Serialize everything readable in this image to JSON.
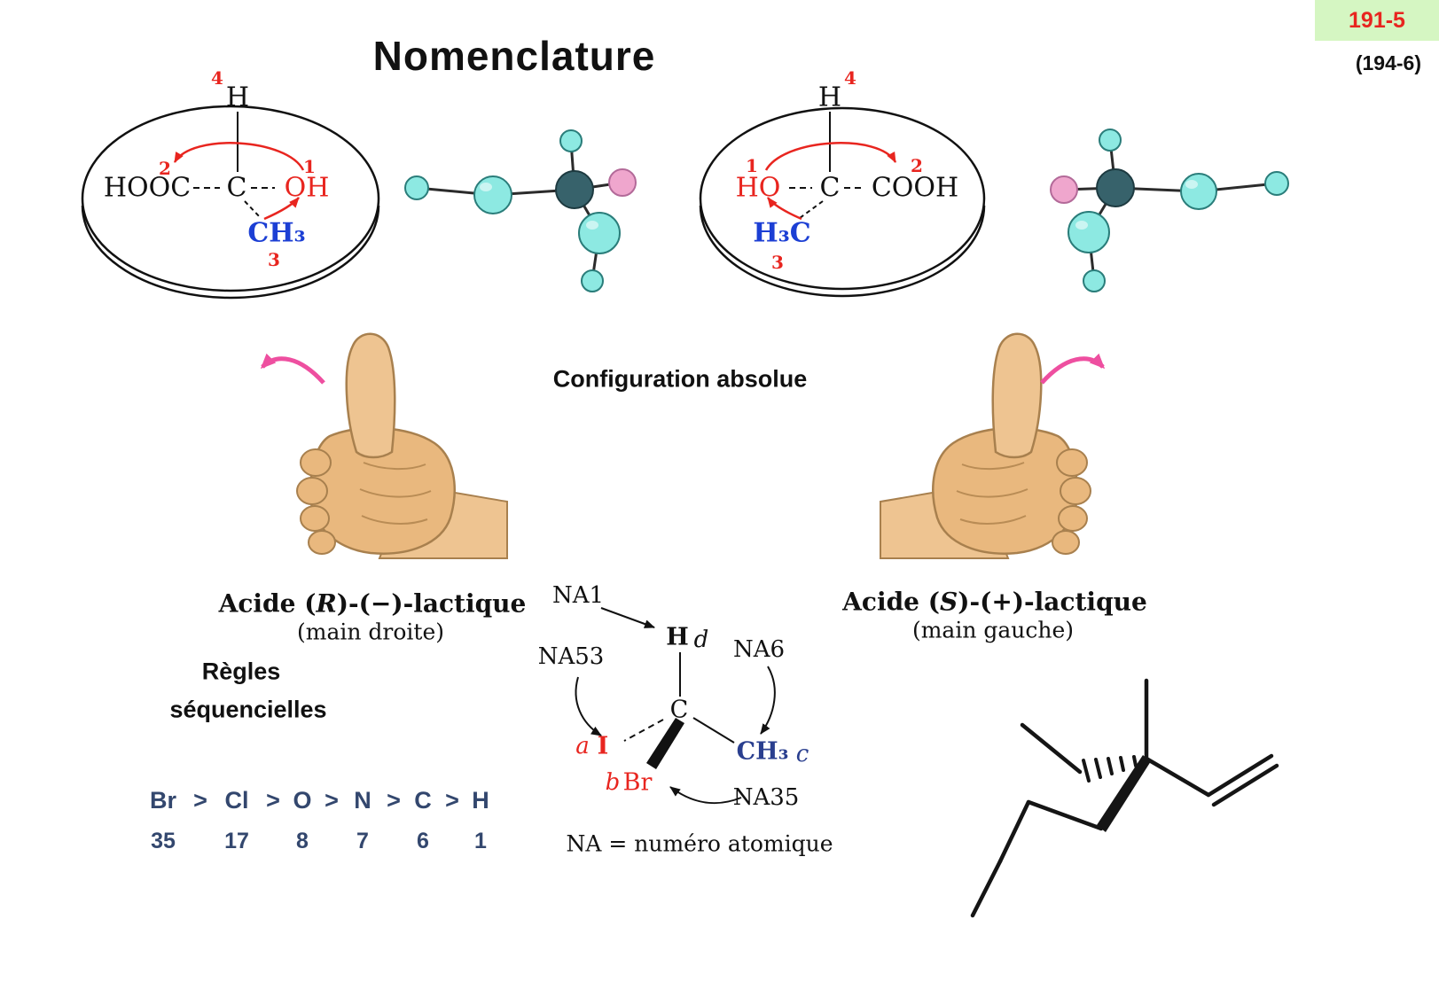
{
  "page": {
    "badge": "191-5",
    "badge2": "(194-6)",
    "title": "Nomenclature",
    "config": "Configuration absolue"
  },
  "left_structure": {
    "H": "H",
    "n4": "4",
    "HOOC": "HOOC",
    "n2": "2",
    "C": "C",
    "OH": "OH",
    "n1": "1",
    "CH3": "CH₃",
    "n3": "3"
  },
  "right_structure": {
    "H": "H",
    "n4": "4",
    "HO": "HO",
    "n1": "1",
    "C": "C",
    "COOH": "COOH",
    "n2": "2",
    "H3C": "H₃C",
    "n3": "3"
  },
  "left_label": {
    "pre": "Acide (",
    "it": "R",
    "post": ")-(−)-lactique",
    "sub": "(main droite)"
  },
  "right_label": {
    "pre": "Acide (",
    "it": "S",
    "post": ")-(+)-lactique",
    "sub": "(main gauche)"
  },
  "rules": {
    "line1": "Règles",
    "line2": "séquencielles"
  },
  "priority": {
    "elements": [
      "Br",
      "Cl",
      "O",
      "N",
      "C",
      "H"
    ],
    "gt": ">",
    "numbers": [
      "35",
      "17",
      "8",
      "7",
      "6",
      "1"
    ]
  },
  "cip": {
    "na1": "NA1",
    "na53": "NA53",
    "na6": "NA6",
    "na35": "NA35",
    "H": "H",
    "d": "d",
    "C": "C",
    "a": "a",
    "I": "I",
    "b": "b",
    "Br": "Br",
    "CH3": "CH₃",
    "c": "c",
    "note": "NA = numéro atomique"
  },
  "colors": {
    "red": "#e8251f",
    "blue": "#1c3fd4",
    "navy_priority": "#33476e",
    "badge_bg": "#d5f6c2",
    "pink_arrow": "#ee4fa0",
    "ball_cyan": "#8de9e2",
    "ball_dark": "#37626b",
    "ball_pink": "#efa6cd",
    "hand_skin": "#e9b87e"
  }
}
